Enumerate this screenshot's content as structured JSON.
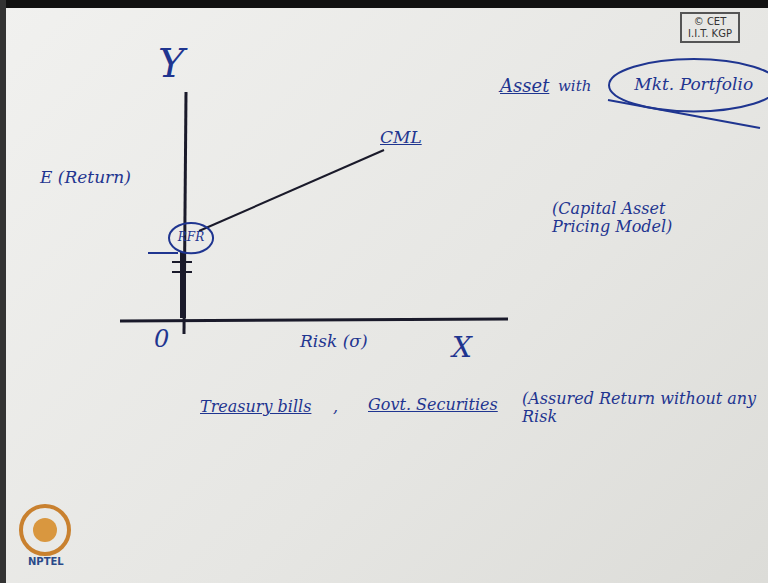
{
  "diagram": {
    "nodes": [
      {
        "text": [
          "© CET I.I.T. KGP"
        ]
      },
      {
        "text": [
          "RFR"
        ]
      },
      {
        "text": [
          "Mkt. Portfolio"
        ]
      }
    ],
    "labels": [
      "Y",
      "E (Return)",
      "0",
      "Risk (σ)",
      "X",
      "CML",
      "Asset",
      "with",
      "(Capital Asset Pricing Model)",
      "Treasury bills",
      ",",
      "Govt. Securities",
      "(Assured Return without any Risk",
      "NPTEL"
    ]
  }
}
